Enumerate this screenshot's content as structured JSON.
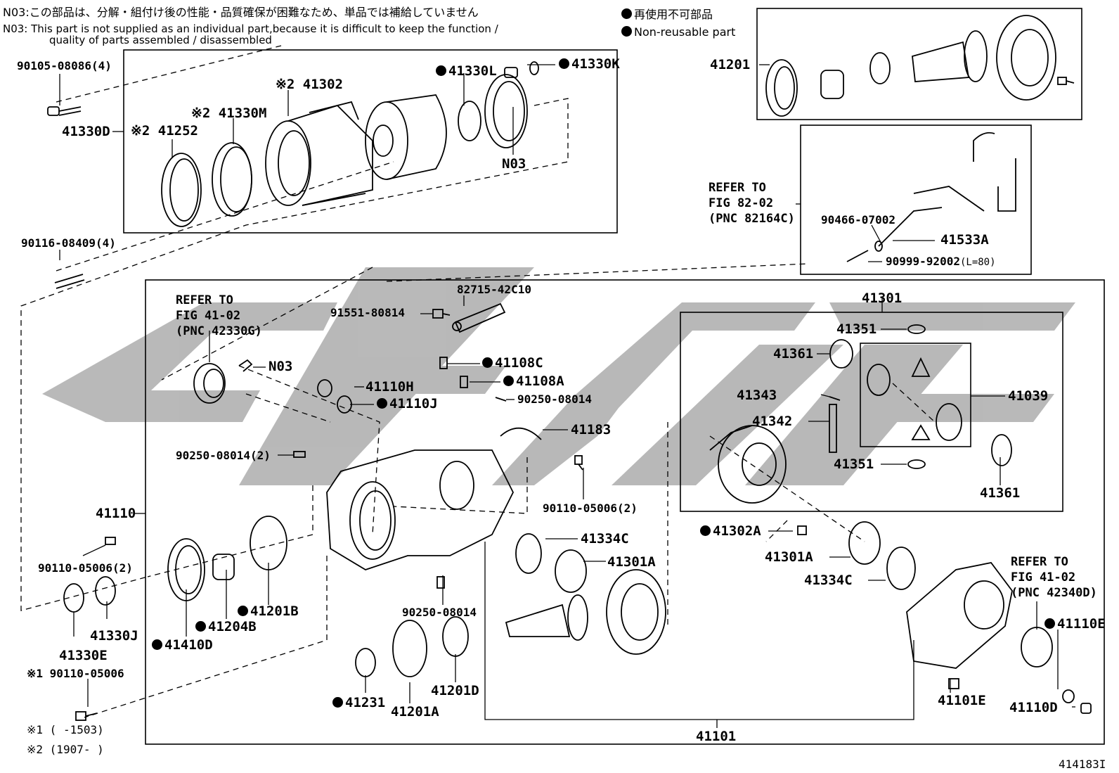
{
  "notes": {
    "n03_jp": "N03:この部品は、分解・組付け後の性能・品質確保が困難なため、単品では補給していません",
    "n03_en_1": "N03: This part is not supplied as an individual part,because it is difficult to keep the function /",
    "n03_en_2": "quality of parts assembled / disassembled",
    "legend_jp": "再使用不可部品",
    "legend_en": "Non-reusable part",
    "footnote1": "※1 (      -1503)",
    "footnote2": "※2 (1907-       )",
    "figure_id": "414183I"
  },
  "labels": {
    "p9010508086": "90105-08086(4)",
    "p41330D": "41330D",
    "p41252": "※2 41252",
    "p41330M": "※2 41330M",
    "p41302": "※2 41302",
    "p41330L": "41330L",
    "p41330K": "41330K",
    "n03a": "N03",
    "p9011608409": "90116-08409(4)",
    "p41201": "41201",
    "ref82_1": "REFER TO",
    "ref82_2": "FIG 82-02",
    "ref82_3": "(PNC 82164C)",
    "p9046607002": "90466-07002",
    "p41533A": "41533A",
    "p9099992002": "90999-92002",
    "p9099992002_len": "(L=80)",
    "ref41a_1": "REFER TO",
    "ref41a_2": "FIG 41-02",
    "ref41a_3": "(PNC 42330G)",
    "p8271542C10": "82715-42C10",
    "p9155180814": "91551-80814",
    "n03b": "N03",
    "p41108C": "41108C",
    "p41108A": "41108A",
    "p41110H": "41110H",
    "p41110J": "41110J",
    "p9025008014a": "90250-08014",
    "p41183": "41183",
    "p9025008014_2": "90250-08014(2)",
    "p9011005006_2a": "90110-05006(2)",
    "p41110": "41110",
    "p9011005006_2b": "90110-05006(2)",
    "p41330J": "41330J",
    "p41330E": "41330E",
    "p9011005006": "※1 90110-05006",
    "p41410D": "41410D",
    "p41204B": "41204B",
    "p41201B": "41201B",
    "p41334Ca": "41334C",
    "p41301Aa": "41301A",
    "p9025008014b": "90250-08014",
    "p41231": "41231",
    "p41201A": "41201A",
    "p41201D": "41201D",
    "p41101": "41101",
    "p41301": "41301",
    "p41351a": "41351",
    "p41361a": "41361",
    "p41343": "41343",
    "p41342": "41342",
    "p41039": "41039",
    "p41351b": "41351",
    "p41361b": "41361",
    "p41302A": "41302A",
    "p41301Ab": "41301A",
    "p41334Cb": "41334C",
    "ref41b_1": "REFER TO",
    "ref41b_2": "FIG 41-02",
    "ref41b_3": "(PNC 42340D)",
    "p41110E": "41110E",
    "p41101E": "41101E",
    "p41110D": "41110D"
  },
  "icons": [
    "non-reusable-dot-icon"
  ]
}
